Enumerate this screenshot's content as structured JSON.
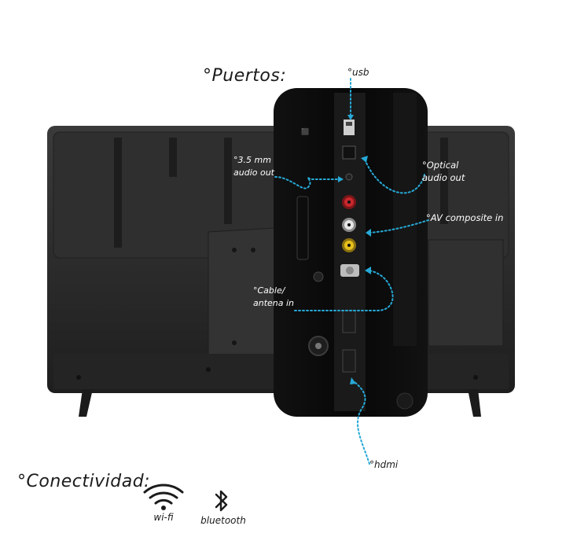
{
  "headings": {
    "ports": "°Puertos:",
    "connectivity": "°Conectividad:"
  },
  "ports": {
    "usb": "°usb",
    "audio_3_5_line1": "°3.5 mm",
    "audio_3_5_line2": "audio out",
    "optical_line1": "°Optical",
    "optical_line2": "audio out",
    "av_composite": "°AV composite in",
    "cable_line1": "°Cable/",
    "cable_line2": "antena in",
    "hdmi": "°hdmi"
  },
  "connectivity": {
    "wifi_label": "wi-fi",
    "bluetooth_label": "bluetooth",
    "icons": [
      "wifi-icon",
      "bluetooth-icon"
    ]
  },
  "colors": {
    "tv_body": "#2b2b2b",
    "panel": "#0d0d0d",
    "dotted_arrow": "#27a9d6",
    "rca_red": "#c8282d",
    "rca_yellow": "#e6c01d",
    "rca_white": "#e6e6e6"
  }
}
